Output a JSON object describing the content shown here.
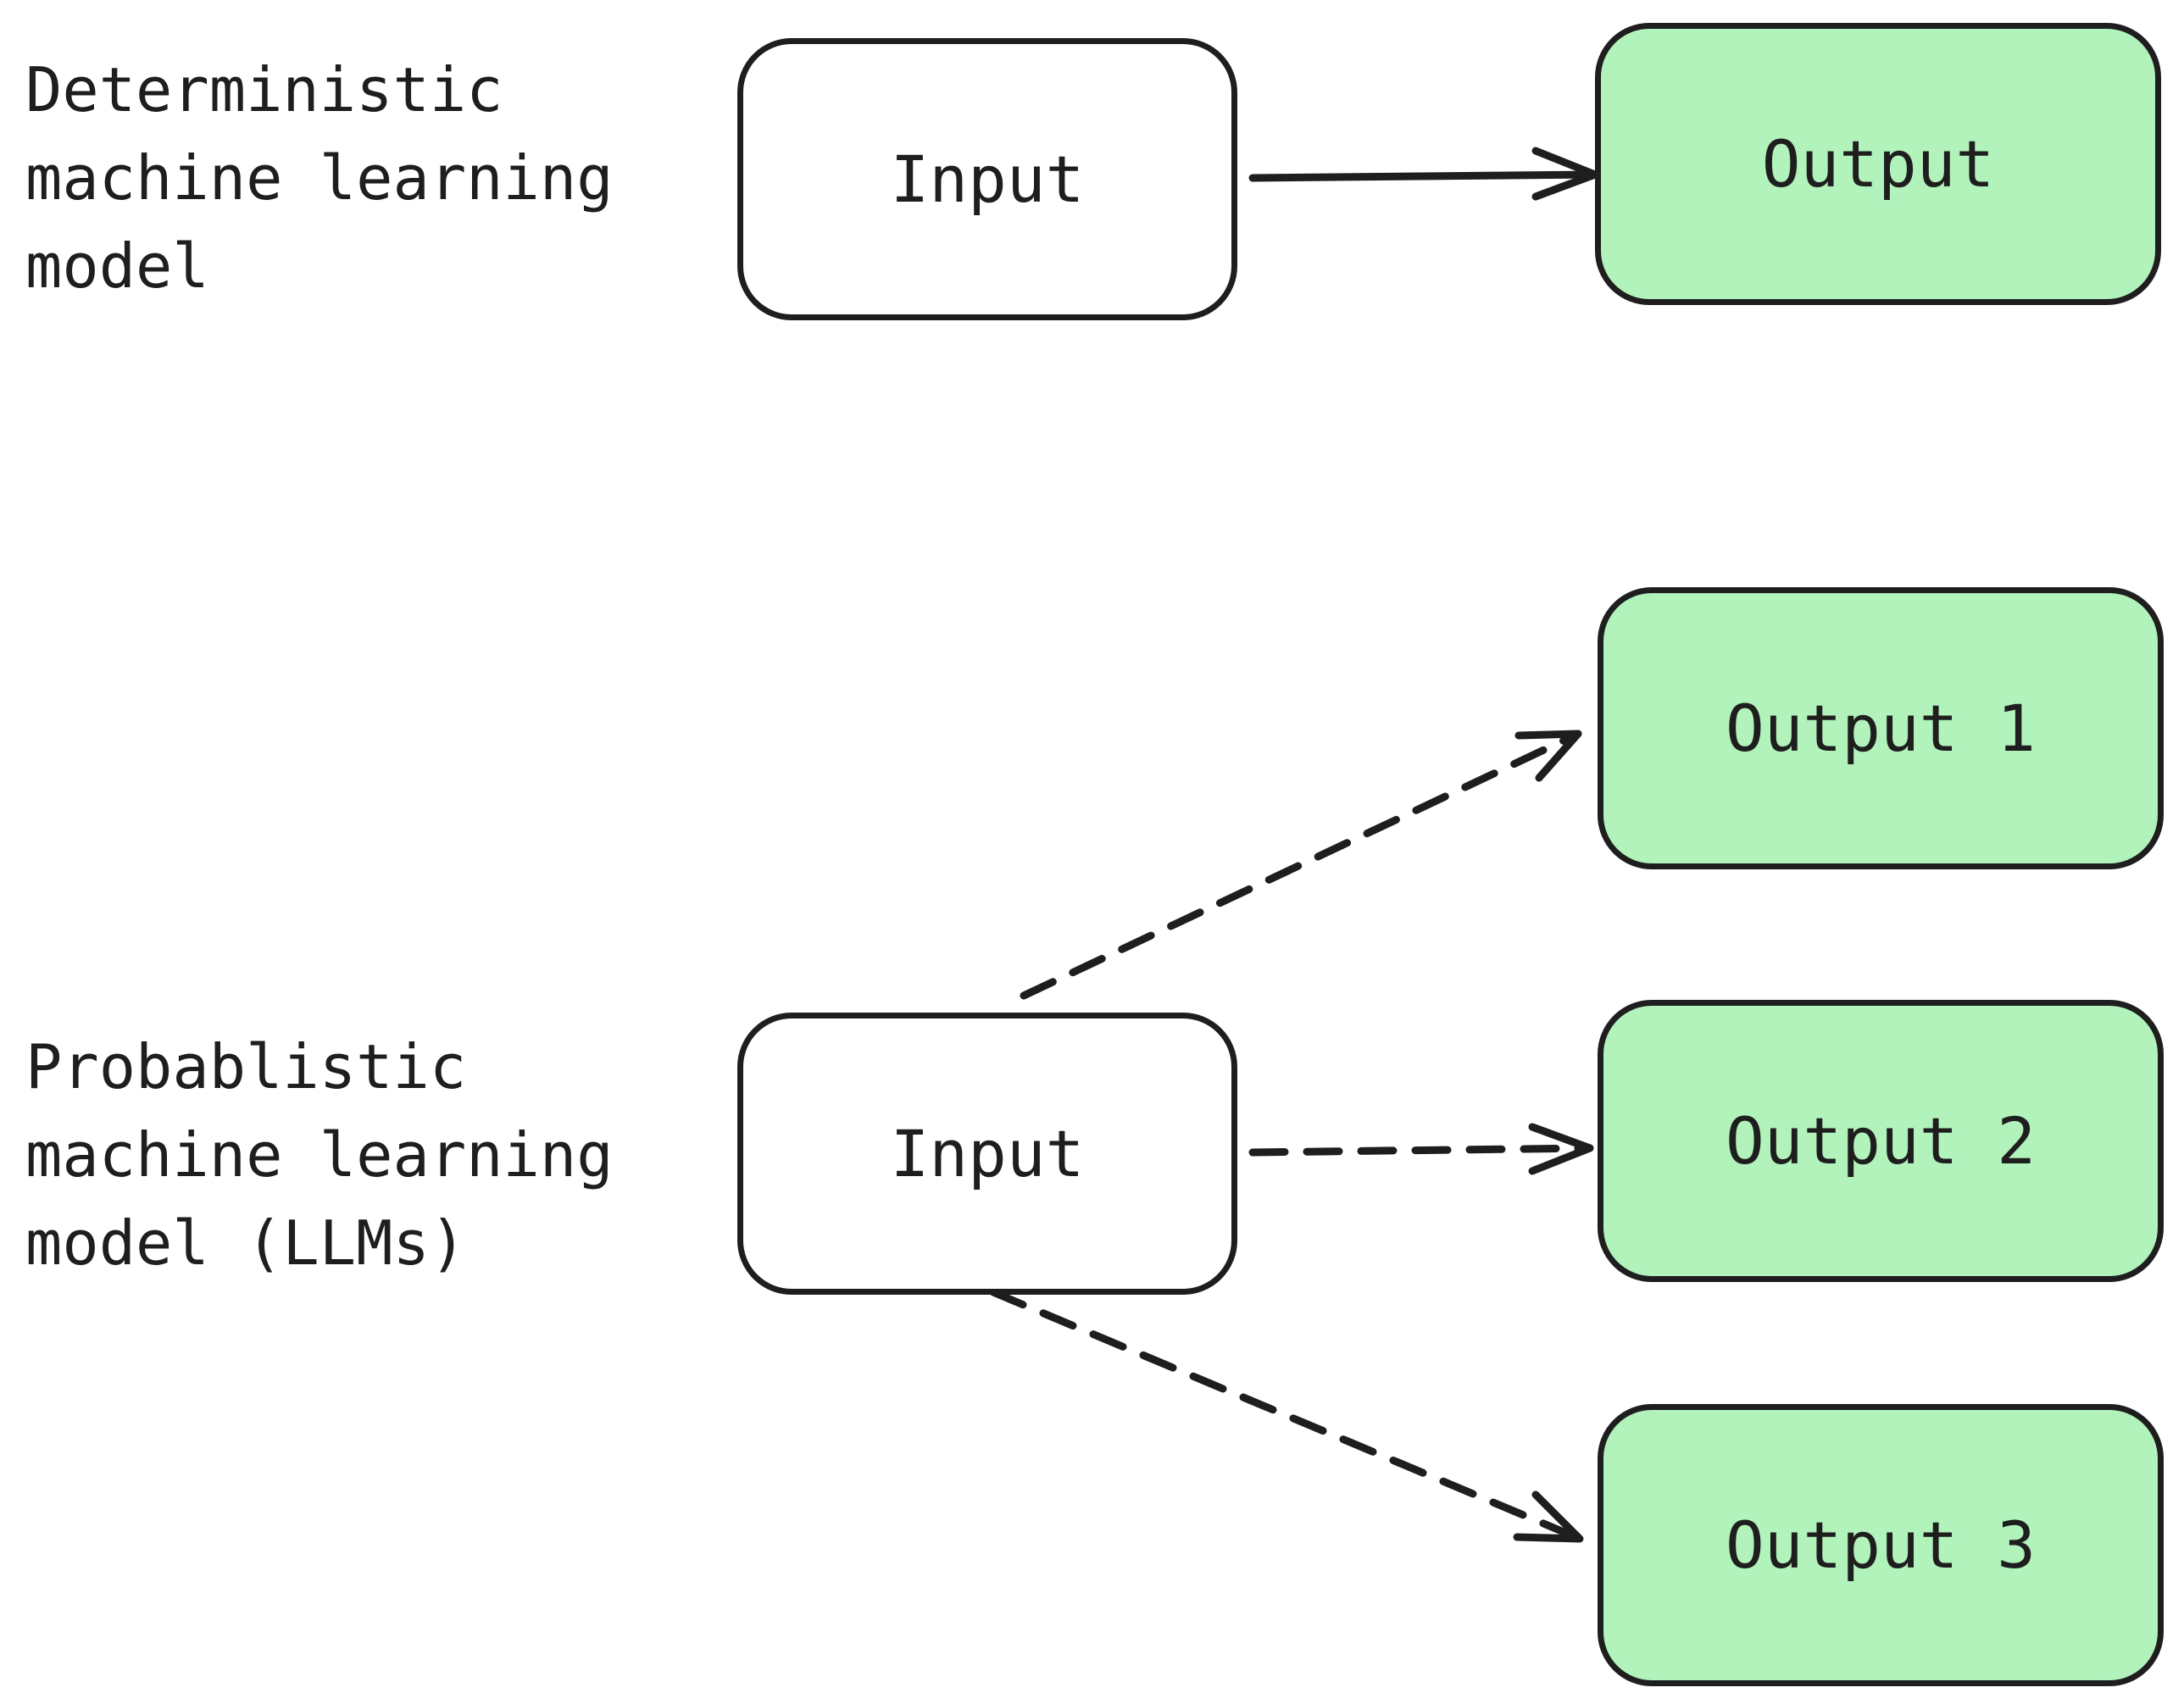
{
  "deterministic": {
    "label": "Deterministic\nmachine learning\nmodel",
    "input": "Input",
    "output": "Output"
  },
  "probabilistic": {
    "label": "Probablistic\nmachine learning\nmodel (LLMs)",
    "input": "Input",
    "outputs": [
      "Output 1",
      "Output 2",
      "Output 3"
    ]
  },
  "colors": {
    "stroke": "#1e1e1e",
    "output_fill": "#b2f2bb",
    "input_fill": "#ffffff"
  }
}
